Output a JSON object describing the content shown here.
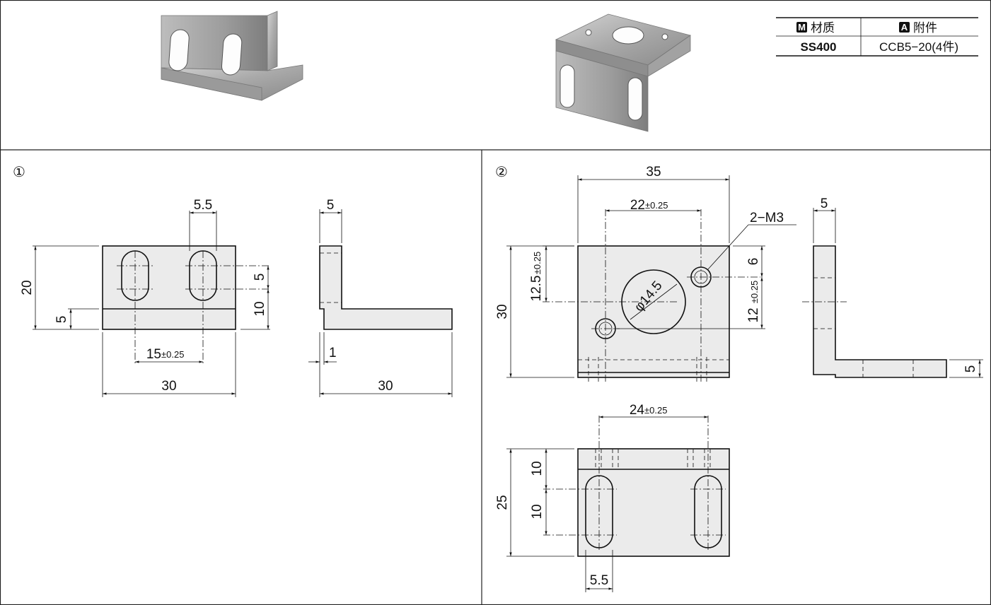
{
  "spec_table": {
    "material_badge": "M",
    "material_header": "材质",
    "attachment_badge": "A",
    "attachment_header": "附件",
    "material_value": "SS400",
    "attachment_value": "CCB5−20(4件)"
  },
  "panel1": {
    "index": "①",
    "dims": {
      "slot_width": "5.5",
      "height": "20",
      "base": "5",
      "slot_len": "5",
      "slot_pos": "10",
      "pitch": "15",
      "pitch_tol": "±0.25",
      "width": "30",
      "side_thickness": "5",
      "step": "1",
      "side_width": "30"
    }
  },
  "panel2": {
    "index": "②",
    "dims": {
      "width": "35",
      "hole_pitch": "22",
      "hole_pitch_tol": "±0.25",
      "thread_callout": "2−M3",
      "left_hole_pos": "12.5",
      "left_hole_pos_tol": "±0.25",
      "height": "30",
      "bore": "φ14.5",
      "right_hole_top": "6",
      "hole_vertical": "12",
      "hole_vertical_tol": "±0.25",
      "side_thickness": "5",
      "base_thickness": "5",
      "slot_pitch": "24",
      "slot_pitch_tol": "±0.25",
      "front_height": "25",
      "slot_upper": "10",
      "slot_lower": "10",
      "slot_width": "5.5"
    }
  },
  "colors": {
    "part_fill": "#ebebeb",
    "line": "#111111",
    "frame": "#222222"
  }
}
